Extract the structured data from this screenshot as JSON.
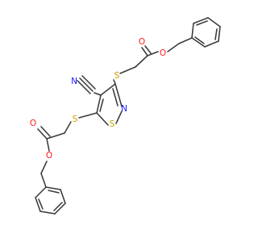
{
  "molecule": {
    "atoms": {
      "n_cyano": {
        "label": "N",
        "color": "#1a1aff"
      },
      "n_ring": {
        "label": "N",
        "color": "#1a1aff"
      },
      "s_ring": {
        "label": "S",
        "color": "#c8a000"
      },
      "s_upper": {
        "label": "S",
        "color": "#c8a000"
      },
      "s_lower": {
        "label": "S",
        "color": "#c8a000"
      },
      "o_upper_carbonyl": {
        "label": "O",
        "color": "#ff1a1a"
      },
      "o_upper_ester": {
        "label": "O",
        "color": "#ff1a1a"
      },
      "o_lower_carbonyl": {
        "label": "O",
        "color": "#ff1a1a"
      },
      "o_lower_ester": {
        "label": "O",
        "color": "#ff1a1a"
      }
    },
    "bond_color": "#3a3a3a"
  }
}
